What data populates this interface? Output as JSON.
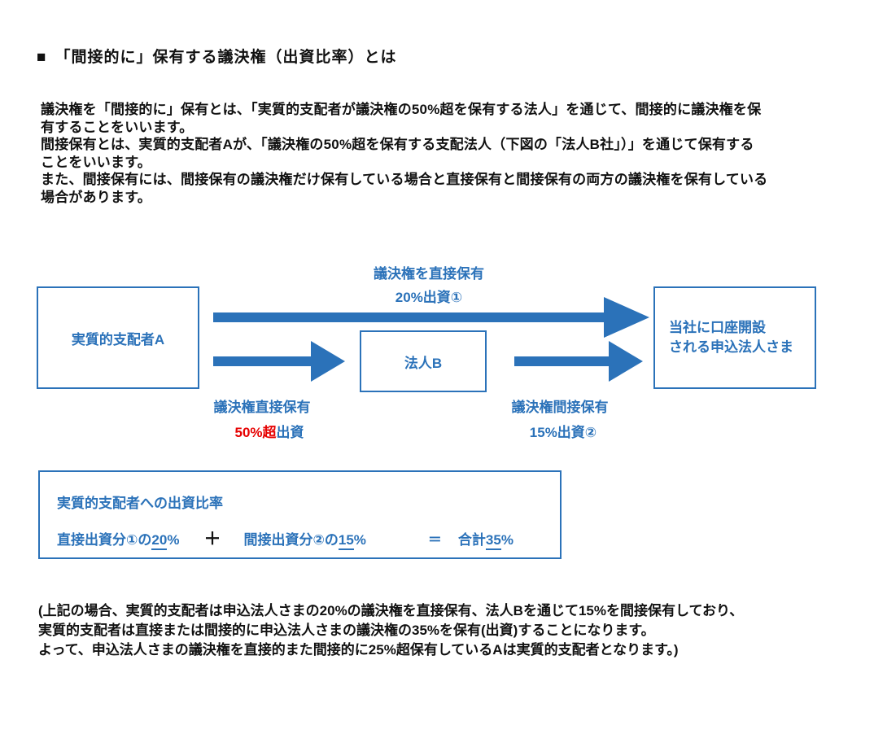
{
  "colors": {
    "accent_blue": "#2b72b9",
    "alert_red": "#e60000",
    "text_black": "#111111"
  },
  "title": {
    "bullet": "■",
    "text": "「間接的に」保有する議決権（出資比率）とは"
  },
  "intro": {
    "lines": [
      "議決権を「間接的に」保有とは、「実質的支配者が議決権の50%超を保有する法人」を通じて、間接的に議決権を保",
      "有することをいいます。",
      "間接保有とは、実質的支配者Aが、「議決権の50%超を保有する支配法人（下図の「法人B社」）」を通じて保有する",
      "ことをいいます。",
      "また、間接保有には、間接保有の議決権だけ保有している場合と直接保有と間接保有の両方の議決権を保有している",
      "場合があります。"
    ]
  },
  "diagram": {
    "box_a": "実質的支配者A",
    "box_b": "法人B",
    "box_c_line1": "当社に口座開設",
    "box_c_line2": "される申込法人さま",
    "arrow_top_label1": "議決権を直接保有",
    "arrow_top_label2": "20%出資①",
    "arrow_left_label1": "議決権直接保有",
    "arrow_left_label2_red": "50%超",
    "arrow_left_label2_blue": "出資",
    "arrow_right_label1": "議決権間接保有",
    "arrow_right_label2": "15%出資②"
  },
  "formula": {
    "title": "実質的支配者への出資比率",
    "p1_pre": "直接出資分①の",
    "p1_num": "20",
    "p1_pct": "%",
    "plus": "＋",
    "p2_pre": "間接出資分②の",
    "p2_num": "15",
    "p2_pct": "%",
    "equals": "＝",
    "total_pre": "合計",
    "total_num": "35",
    "total_pct": "%"
  },
  "footnote": {
    "lines": [
      "(上記の場合、実質的支配者は申込法人さまの20%の議決権を直接保有、法人Bを通じて15%を間接保有しており、",
      "実質的支配者は直接または間接的に申込法人さまの議決権の35%を保有(出資)することになります。",
      "よって、申込法人さまの議決権を直接的また間接的に25%超保有しているAは実質的支配者となります。)"
    ]
  }
}
